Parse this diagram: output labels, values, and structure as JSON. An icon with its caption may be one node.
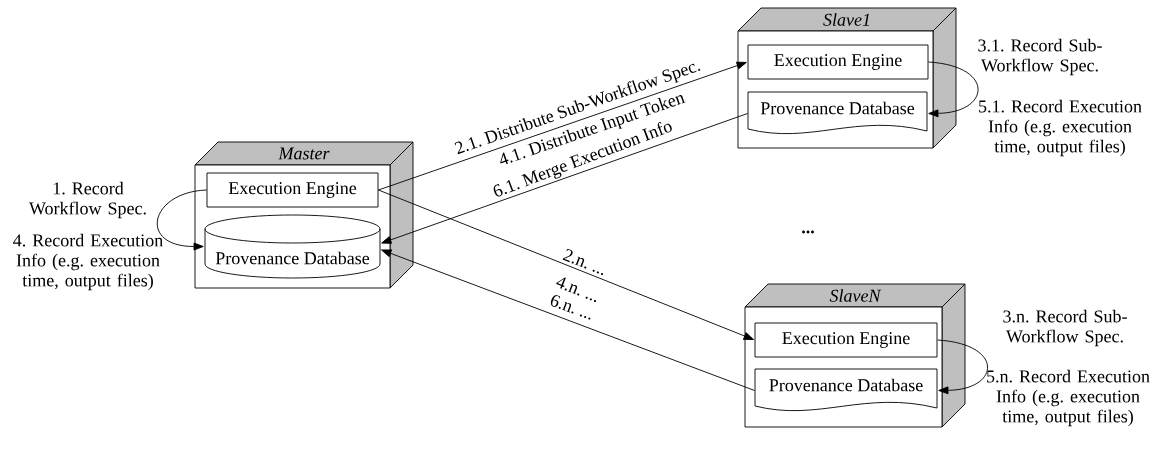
{
  "diagram": {
    "nodes": [
      {
        "text": [
          "Master"
        ]
      },
      {
        "text": [
          "Execution Engine"
        ],
        "in": 0
      },
      {
        "text": [
          "Provenance Database"
        ],
        "in": 0
      },
      {
        "text": [
          "Slave1"
        ]
      },
      {
        "text": [
          "Execution Engine"
        ],
        "in": 3
      },
      {
        "text": [
          "Provenance Database"
        ],
        "in": 3
      },
      {
        "text": [
          "SlaveN"
        ]
      },
      {
        "text": [
          "Execution Engine"
        ],
        "in": 6
      },
      {
        "text": [
          "Provenance Database"
        ],
        "in": 6
      }
    ],
    "edges": [
      {
        "from": 1,
        "to": 2,
        "arrow": "to"
      },
      {
        "from": 1,
        "to": 4,
        "arrow": "to",
        "label": "2.1. Distribute Sub-Workflow Spec."
      },
      {
        "from": 5,
        "to": 2,
        "arrow": "to",
        "label": "6.1. Merge Execution Info"
      },
      {
        "from": 1,
        "to": 7,
        "arrow": "to",
        "label": "2.n. ..."
      },
      {
        "from": 8,
        "to": 2,
        "arrow": "to",
        "label": "6.n. ..."
      },
      {
        "from": 4,
        "to": 5,
        "arrow": "to"
      },
      {
        "from": 7,
        "to": 8,
        "arrow": "to"
      }
    ],
    "labels": [
      "1. Record Workflow Spec.",
      "4. Record Execution Info (e.g. execution time, output files)",
      "4.1. Distribute Input Token",
      "3.1. Record Sub-Workflow Spec.",
      "5.1. Record Execution Info (e.g. execution time, output files)",
      "...",
      "4.n. ...",
      "3.n. Record Sub-Workflow Spec.",
      "5.n. Record Execution Info (e.g. execution time, output files)"
    ]
  }
}
